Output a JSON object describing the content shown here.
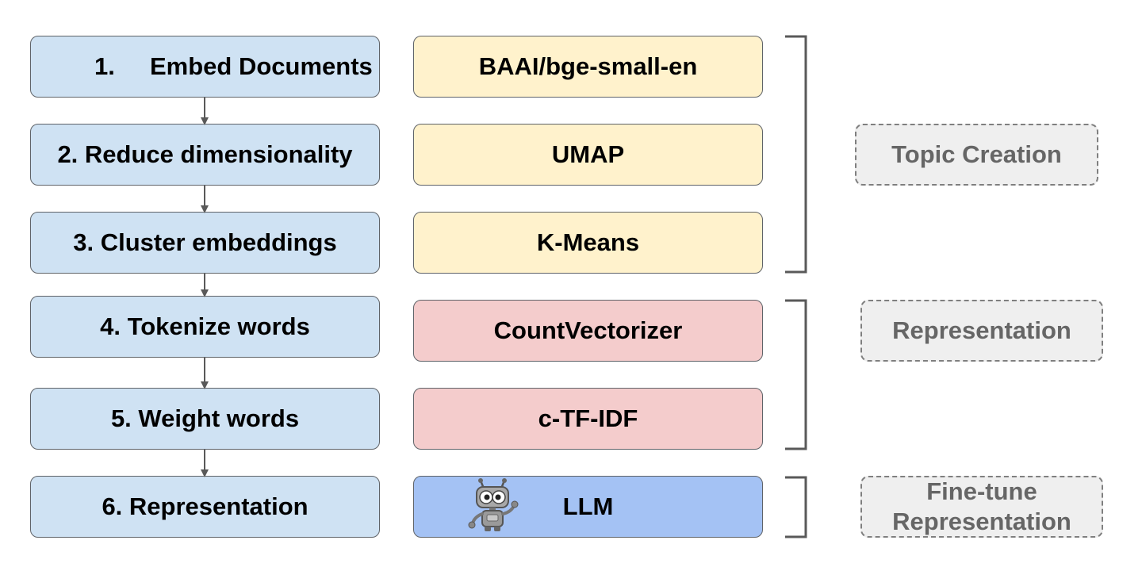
{
  "steps": [
    {
      "number": "1.",
      "label": "Embed Documents"
    },
    {
      "label": "2. Reduce dimensionality"
    },
    {
      "label": "3. Cluster embeddings"
    },
    {
      "label": "4. Tokenize words"
    },
    {
      "label": "5. Weight words"
    },
    {
      "label": "6. Representation"
    }
  ],
  "tools": [
    {
      "label": "BAAI/bge-small-en",
      "color": "#fff2cc"
    },
    {
      "label": "UMAP",
      "color": "#fff2cc"
    },
    {
      "label": "K-Means",
      "color": "#fff2cc"
    },
    {
      "label": "CountVectorizer",
      "color": "#f4cccc"
    },
    {
      "label": "c-TF-IDF",
      "color": "#f4cccc"
    },
    {
      "label": "LLM",
      "color": "#a4c2f4",
      "icon": "robot-icon"
    }
  ],
  "groups": [
    {
      "label": "Topic Creation"
    },
    {
      "label": "Representation"
    },
    {
      "label_lines": [
        "Fine-tune",
        "Representation"
      ]
    }
  ],
  "colors": {
    "step_fill": "#cfe2f3",
    "topic_creation_fill": "#fff2cc",
    "representation_fill": "#f4cccc",
    "fine_tune_fill": "#a4c2f4",
    "group_label_fill": "#efefef",
    "group_label_text": "#666666",
    "border": "#5f6368"
  }
}
